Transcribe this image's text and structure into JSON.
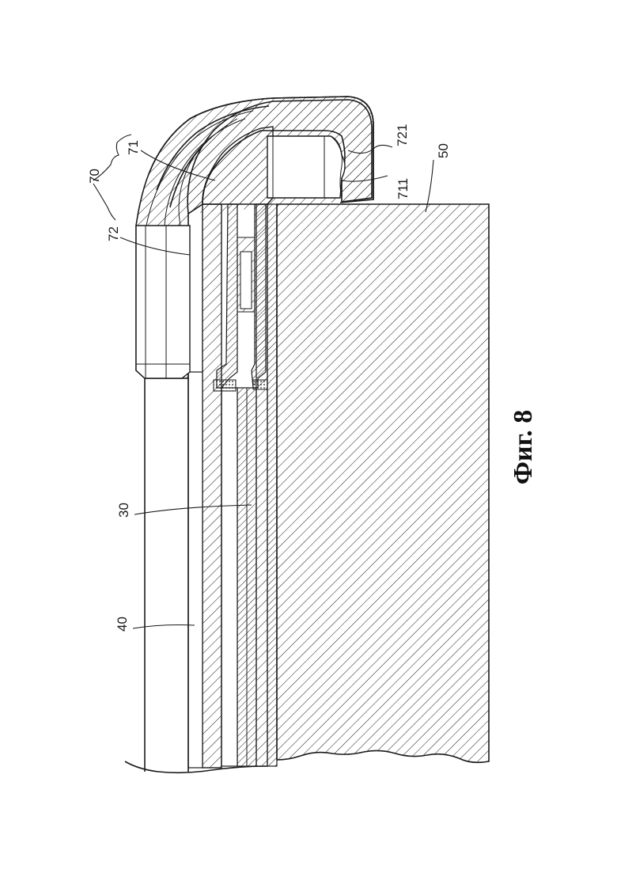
{
  "figure": {
    "caption": "Фиг. 8",
    "labels": {
      "l70": "70",
      "l71": "71",
      "l72": "72",
      "l30": "30",
      "l40": "40",
      "l50": "50",
      "l711": "711",
      "l721": "721"
    }
  },
  "style": {
    "ink": "#1a1a1a",
    "paper": "#ffffff"
  }
}
